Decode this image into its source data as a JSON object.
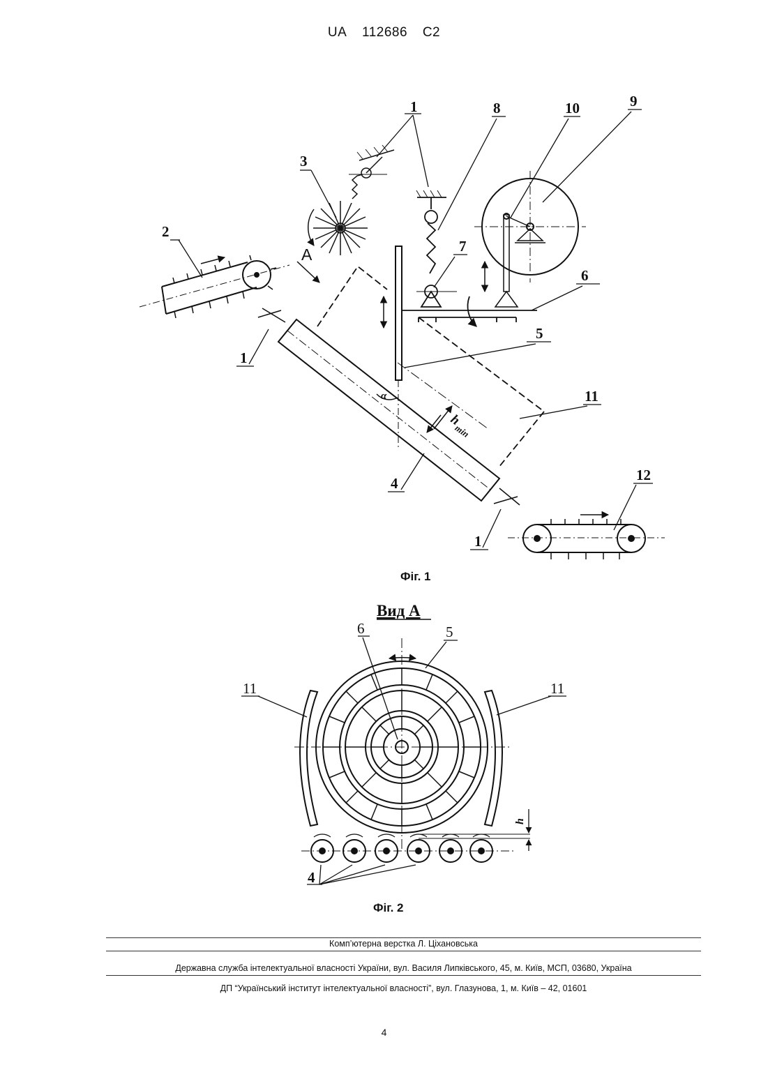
{
  "header": {
    "country": "UA",
    "number": "112686",
    "kind": "C2"
  },
  "figure1": {
    "caption": "Фіг. 1",
    "labels": {
      "l1a": "1",
      "l1b": "1",
      "l1c": "1",
      "l2": "2",
      "l3": "3",
      "l4": "4",
      "l5": "5",
      "l6": "6",
      "l7": "7",
      "l8": "8",
      "l9": "9",
      "l10": "10",
      "l11": "11",
      "l12": "12",
      "view_arrow": "A",
      "alpha": "α",
      "hmin": "h",
      "hmin_sub": "min"
    }
  },
  "figure2": {
    "view_title": "Вид А",
    "caption": "Фіг. 2",
    "labels": {
      "l4": "4",
      "l5": "5",
      "l6": "6",
      "l11_left": "11",
      "l11_right": "11",
      "h": "h"
    }
  },
  "footer": {
    "typesetting": "Комп’ютерна верстка Л. Ціхановська",
    "agency": "Державна служба інтелектуальної власності України, вул. Василя Липківського, 45, м. Київ, МСП, 03680, Україна",
    "institute": "ДП “Український інститут інтелектуальної власності”, вул. Глазунова, 1, м. Київ – 42, 01601"
  },
  "page_number": "4"
}
